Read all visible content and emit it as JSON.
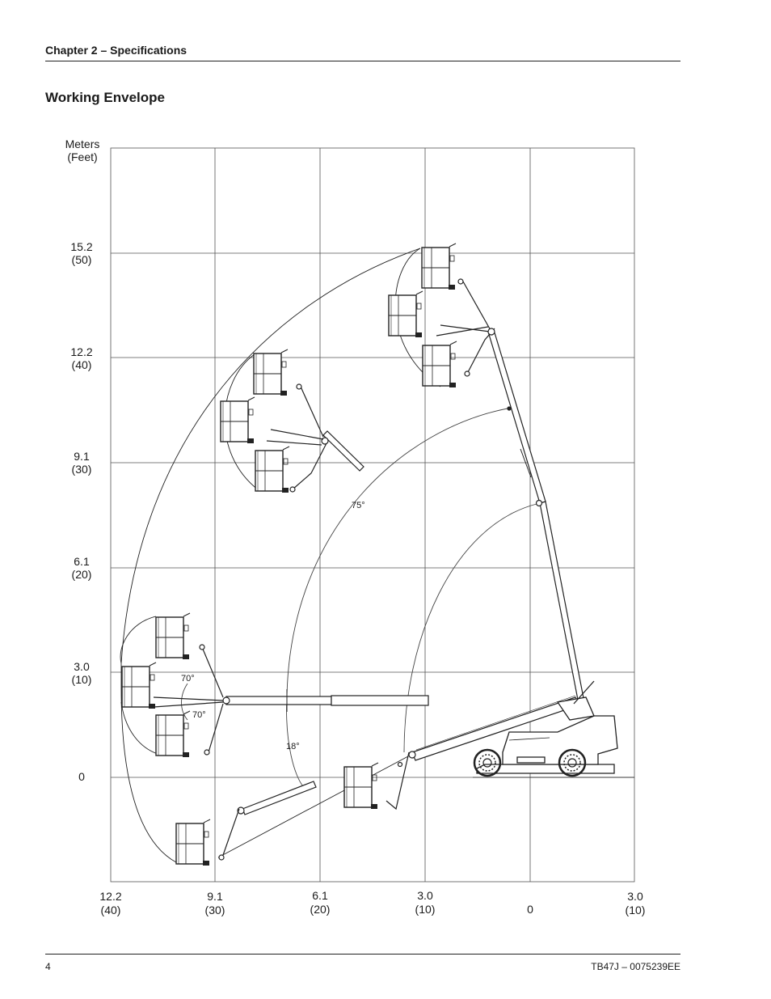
{
  "header": {
    "chapter": "Chapter 2 – Specifications"
  },
  "section_title": "Working Envelope",
  "y_axis": {
    "unit_top": "Meters",
    "unit_bottom": "(Feet)",
    "ticks": [
      {
        "m": "15.2",
        "ft": "(50)"
      },
      {
        "m": "12.2",
        "ft": "(40)"
      },
      {
        "m": "9.1",
        "ft": "(30)"
      },
      {
        "m": "6.1",
        "ft": "(20)"
      },
      {
        "m": "3.0",
        "ft": "(10)"
      },
      {
        "m": "0",
        "ft": ""
      }
    ]
  },
  "x_axis": {
    "ticks": [
      {
        "m": "12.2",
        "ft": "(40)"
      },
      {
        "m": "9.1",
        "ft": "(30)"
      },
      {
        "m": "6.1",
        "ft": "(20)"
      },
      {
        "m": "3.0",
        "ft": "(10)"
      },
      {
        "m": "0",
        "ft": ""
      },
      {
        "m": "3.0",
        "ft": "(10)"
      }
    ]
  },
  "angles": {
    "boom_max": "75°",
    "jib_upper": "70°",
    "jib_lower": "70°",
    "boom_below": "18°"
  },
  "footer": {
    "page": "4",
    "doc_id": "TB47J – 0075239EE"
  }
}
